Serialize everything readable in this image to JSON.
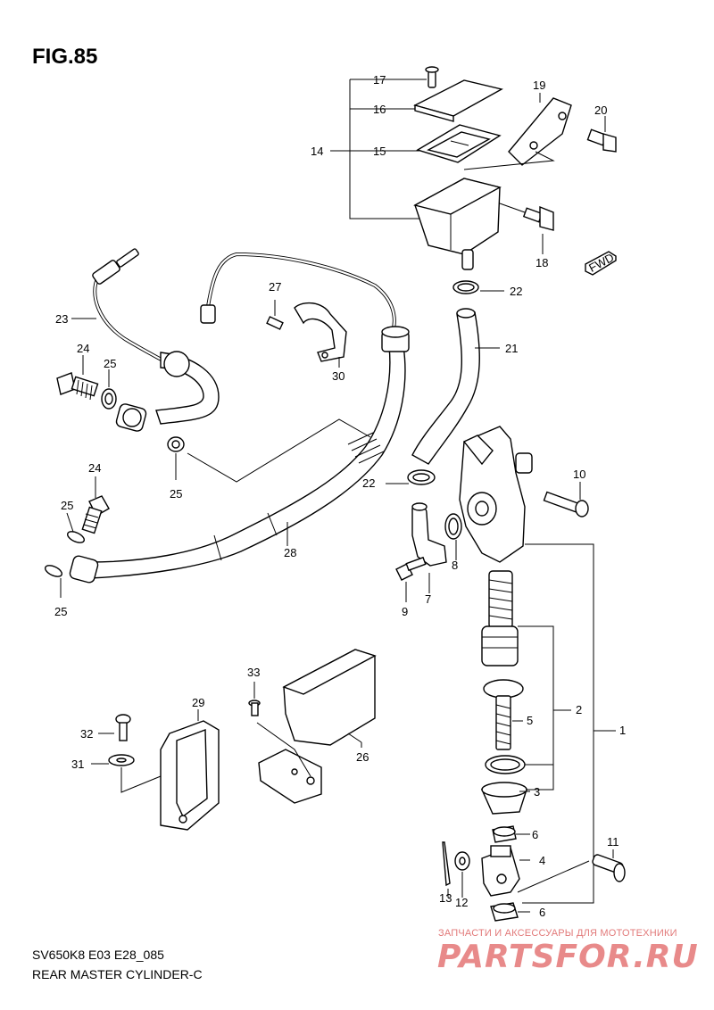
{
  "figure": {
    "title": "FIG.85"
  },
  "footer": {
    "code": "SV650K8 E03 E28_085",
    "name": "REAR MASTER CYLINDER-C"
  },
  "watermark": {
    "tagline": "ЗАПЧАСТИ И АКСЕССУАРЫ ДЛЯ МОТОТЕХНИКИ",
    "logo": "PARTSFOR.RU"
  },
  "fwd_badge": "FWD",
  "callouts": {
    "c17": "17",
    "c16": "16",
    "c14": "14",
    "c15": "15",
    "c19": "19",
    "c20": "20",
    "c18": "18",
    "c22a": "22",
    "c23": "23",
    "c27": "27",
    "c24a": "24",
    "c25a": "25",
    "c30": "30",
    "c21": "21",
    "c25b": "25",
    "c22b": "22",
    "c10": "10",
    "c24b": "24",
    "c25c": "25",
    "c28": "28",
    "c8": "8",
    "c25d": "25",
    "c7": "7",
    "c9": "9",
    "c33": "33",
    "c29": "29",
    "c2": "2",
    "c1": "1",
    "c5": "5",
    "c32": "32",
    "c26": "26",
    "c31": "31",
    "c3": "3",
    "c6a": "6",
    "c11": "11",
    "c4": "4",
    "c13": "13",
    "c12": "12",
    "c6b": "6"
  }
}
